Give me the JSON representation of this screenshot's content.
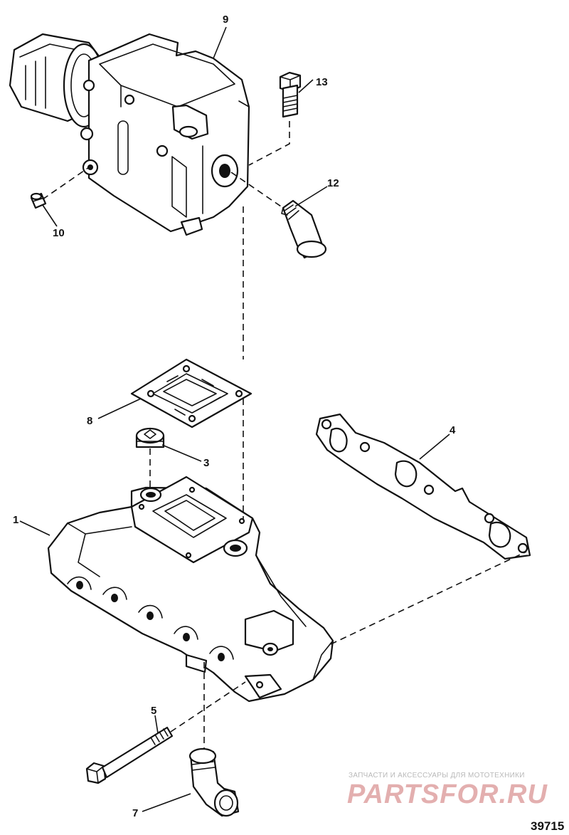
{
  "callouts": {
    "c1": "1",
    "c3": "3",
    "c4": "4",
    "c5": "5",
    "c7": "7",
    "c8": "8",
    "c9": "9",
    "c10": "10",
    "c12": "12",
    "c13": "13"
  },
  "figure_number": "39715",
  "watermark": {
    "caption": "ЗАПЧАСТИ И АКСЕССУАРЫ ДЛЯ МОТОТЕХНИКИ",
    "brand": "PARTSFOR.RU"
  },
  "colors": {
    "line": "#111111",
    "background": "#ffffff",
    "watermark_brand": "#e3afaf",
    "watermark_caption": "#b9b9b9"
  }
}
